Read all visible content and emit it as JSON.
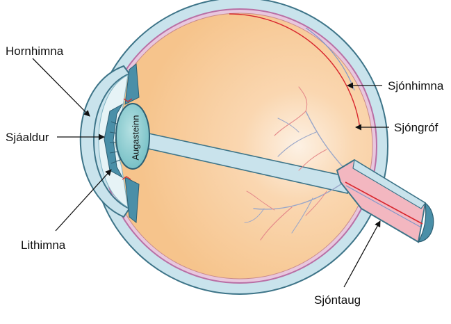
{
  "diagram": {
    "labels": {
      "cornea": "Hornhimna",
      "pupil": "Sjáaldur",
      "iris": "Lithimna",
      "retina": "Sjónhimna",
      "fovea": "Sjóngróf",
      "optic_nerve": "Sjóntaug",
      "lens": "Augasteinn"
    },
    "colors": {
      "vitreous": "#f6c48c",
      "vitreous_glow": "#fdf1e4",
      "sclera": "#c9e3ec",
      "outline": "#3d7488",
      "lens": "#7fc8cc",
      "iris": "#4a8fa8",
      "retina_layer": "#b96fa5",
      "vessel_red": "#d8262e",
      "vessel_light": "#e58b8b",
      "vessel_blue": "#7f98c9",
      "nerve": "#f3b7c0",
      "arrow": "#111111"
    }
  }
}
